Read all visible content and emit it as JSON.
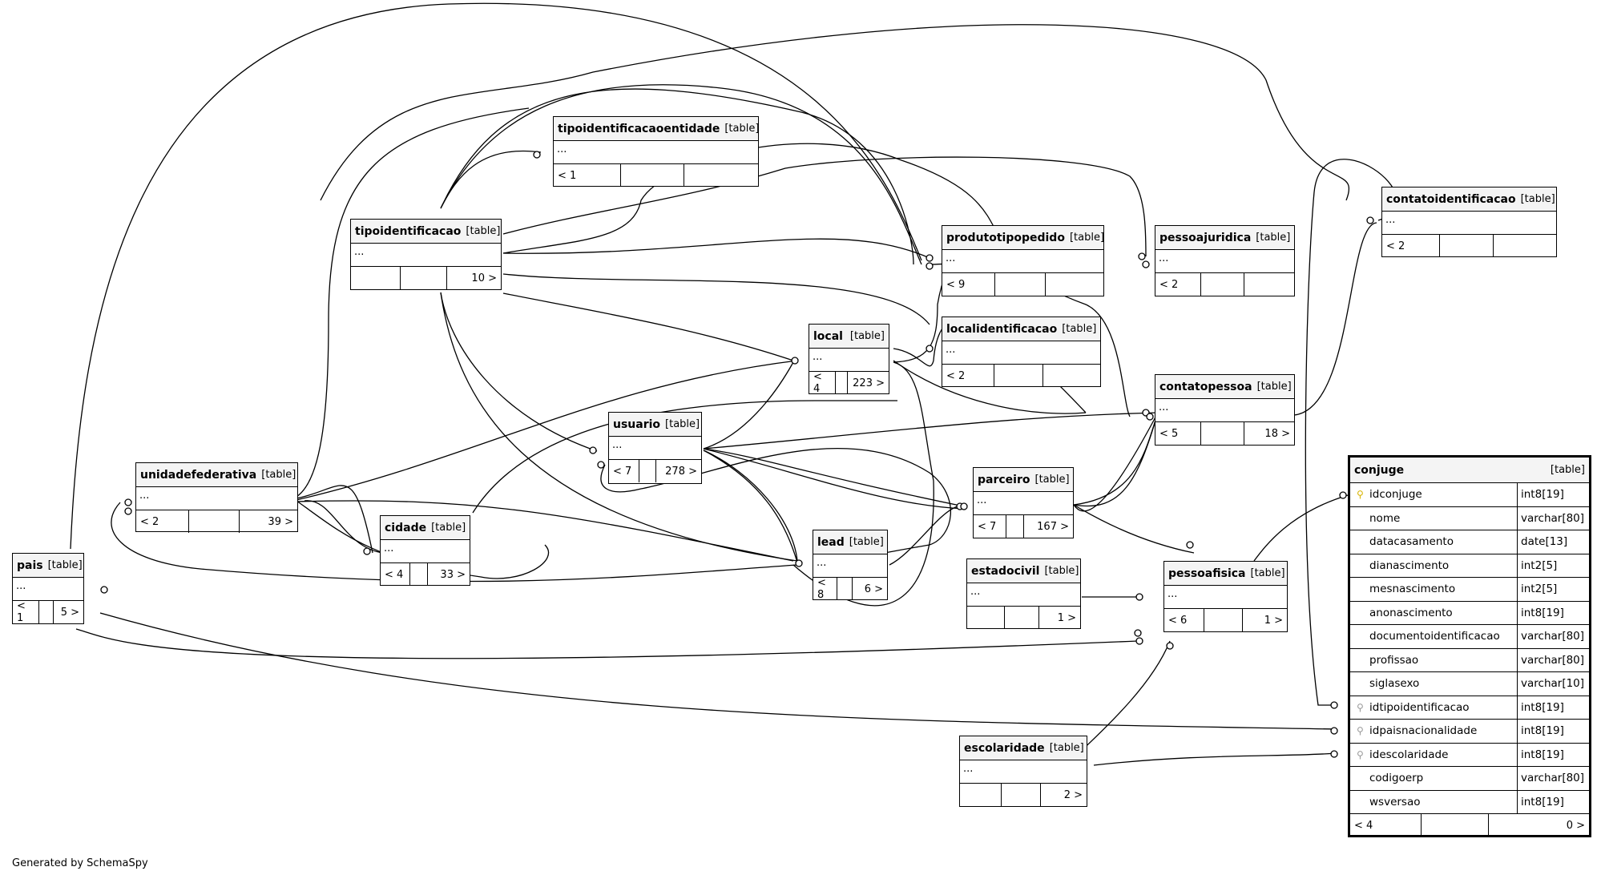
{
  "generated_by": "Generated by SchemaSpy",
  "tables": {
    "tipoidentificacaoentidade": {
      "name": "tipoidentificacaoentidade",
      "kind": "[table]",
      "body": "...",
      "parents": "< 1",
      "mid": "",
      "children": ""
    },
    "tipoidentificacao": {
      "name": "tipoidentificacao",
      "kind": "[table]",
      "body": "...",
      "parents": "",
      "mid": "",
      "children": "10 >"
    },
    "produtotipopedido": {
      "name": "produtotipopedido",
      "kind": "[table]",
      "body": "...",
      "parents": "< 9",
      "mid": "",
      "children": ""
    },
    "pessoajuridica": {
      "name": "pessoajuridica",
      "kind": "[table]",
      "body": "...",
      "parents": "< 2",
      "mid": "",
      "children": ""
    },
    "contatoidentificacao": {
      "name": "contatoidentificacao",
      "kind": "[table]",
      "body": "...",
      "parents": "< 2",
      "mid": "",
      "children": ""
    },
    "local": {
      "name": "local",
      "kind": "[table]",
      "body": "...",
      "parents": "< 4",
      "mid": "",
      "children": "223 >"
    },
    "localidentificacao": {
      "name": "localidentificacao",
      "kind": "[table]",
      "body": "...",
      "parents": "< 2",
      "mid": "",
      "children": ""
    },
    "contatopessoa": {
      "name": "contatopessoa",
      "kind": "[table]",
      "body": "...",
      "parents": "< 5",
      "mid": "",
      "children": "18 >"
    },
    "usuario": {
      "name": "usuario",
      "kind": "[table]",
      "body": "...",
      "parents": "< 7",
      "mid": "",
      "children": "278 >"
    },
    "unidadefederativa": {
      "name": "unidadefederativa",
      "kind": "[table]",
      "body": "...",
      "parents": "< 2",
      "mid": "",
      "children": "39 >"
    },
    "parceiro": {
      "name": "parceiro",
      "kind": "[table]",
      "body": "...",
      "parents": "< 7",
      "mid": "",
      "children": "167 >"
    },
    "cidade": {
      "name": "cidade",
      "kind": "[table]",
      "body": "...",
      "parents": "< 4",
      "mid": "",
      "children": "33 >"
    },
    "lead": {
      "name": "lead",
      "kind": "[table]",
      "body": "...",
      "parents": "< 8",
      "mid": "",
      "children": "6 >"
    },
    "estadocivil": {
      "name": "estadocivil",
      "kind": "[table]",
      "body": "...",
      "parents": "",
      "mid": "",
      "children": "1 >"
    },
    "pessoafisica": {
      "name": "pessoafisica",
      "kind": "[table]",
      "body": "...",
      "parents": "< 6",
      "mid": "",
      "children": "1 >"
    },
    "pais": {
      "name": "pais",
      "kind": "[table]",
      "body": "...",
      "parents": "< 1",
      "mid": "",
      "children": "5 >"
    },
    "escolaridade": {
      "name": "escolaridade",
      "kind": "[table]",
      "body": "...",
      "parents": "",
      "mid": "",
      "children": "2 >"
    }
  },
  "conjuge": {
    "name": "conjuge",
    "kind": "[table]",
    "columns": [
      {
        "name": "idconjuge",
        "type": "int8[19]",
        "key": "pk"
      },
      {
        "name": "nome",
        "type": "varchar[80]",
        "key": ""
      },
      {
        "name": "datacasamento",
        "type": "date[13]",
        "key": ""
      },
      {
        "name": "dianascimento",
        "type": "int2[5]",
        "key": ""
      },
      {
        "name": "mesnascimento",
        "type": "int2[5]",
        "key": ""
      },
      {
        "name": "anonascimento",
        "type": "int8[19]",
        "key": ""
      },
      {
        "name": "documentoidentificacao",
        "type": "varchar[80]",
        "key": ""
      },
      {
        "name": "profissao",
        "type": "varchar[80]",
        "key": ""
      },
      {
        "name": "siglasexo",
        "type": "varchar[10]",
        "key": ""
      },
      {
        "name": "idtipoidentificacao",
        "type": "int8[19]",
        "key": "fk"
      },
      {
        "name": "idpaisnacionalidade",
        "type": "int8[19]",
        "key": "fk"
      },
      {
        "name": "idescolaridade",
        "type": "int8[19]",
        "key": "fk"
      },
      {
        "name": "codigoerp",
        "type": "varchar[80]",
        "key": ""
      },
      {
        "name": "wsversao",
        "type": "int8[19]",
        "key": ""
      }
    ],
    "parents": "< 4",
    "mid": "",
    "children": "0 >"
  }
}
